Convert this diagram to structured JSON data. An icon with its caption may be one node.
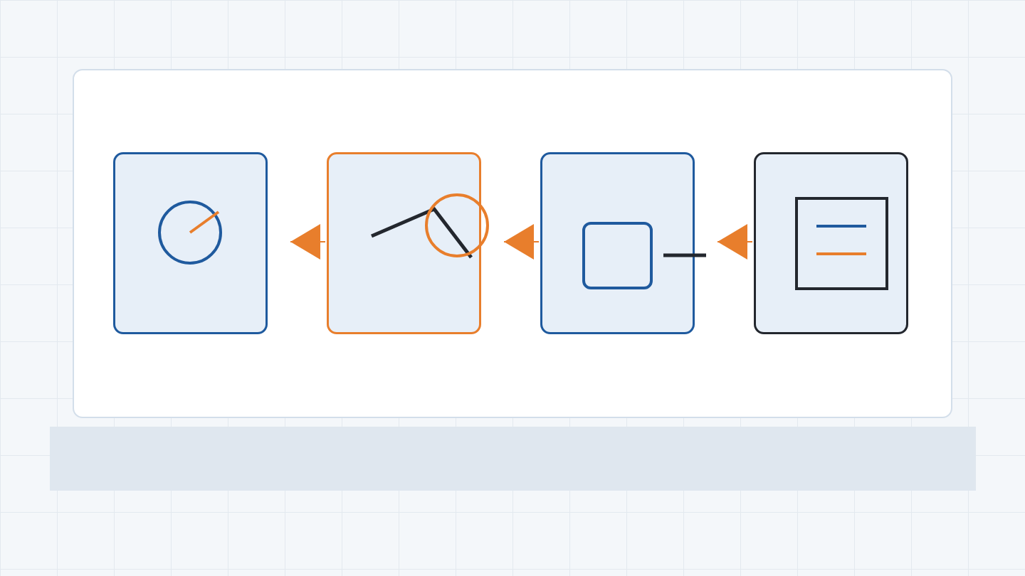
{
  "diagram": {
    "nodes": [
      {
        "text": [],
        "shape": "box"
      },
      {
        "text": [],
        "shape": "picture",
        "in": 0
      },
      {
        "text": [],
        "shape": "picture",
        "in": 0
      },
      {
        "text": [],
        "shape": "picture",
        "in": 0
      },
      {
        "text": [],
        "shape": "picture",
        "in": 0
      },
      {
        "text": [],
        "shape": "bar"
      }
    ],
    "edges": [
      {
        "from": 2,
        "to": 1,
        "arrow": "to"
      },
      {
        "from": 3,
        "to": 2,
        "arrow": "to"
      },
      {
        "from": 4,
        "to": 3,
        "arrow": "to"
      }
    ]
  }
}
